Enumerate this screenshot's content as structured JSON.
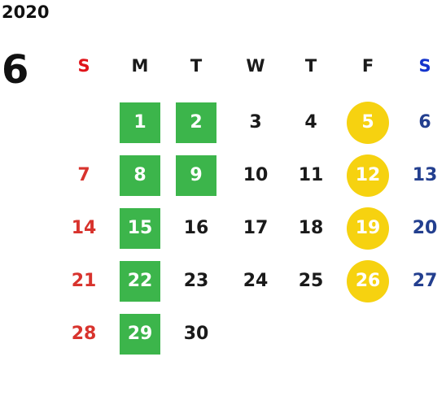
{
  "year": "2020",
  "month": "6",
  "colors": {
    "weekday": "#1a1a1a",
    "sunday": "#d8332d",
    "saturday": "#233f8f",
    "saturday_header": "#1434cc",
    "sunday_header": "#e0141a",
    "green_highlight": "#3cb54b",
    "yellow_highlight": "#f6d210",
    "highlight_text": "#ffffff"
  },
  "weekday_headers": [
    "S",
    "M",
    "T",
    "W",
    "T",
    "F",
    "S"
  ],
  "weeks": [
    [
      "",
      "1",
      "2",
      "3",
      "4",
      "5",
      "6"
    ],
    [
      "7",
      "8",
      "9",
      "10",
      "11",
      "12",
      "13"
    ],
    [
      "14",
      "15",
      "16",
      "17",
      "18",
      "19",
      "20"
    ],
    [
      "21",
      "22",
      "23",
      "24",
      "25",
      "26",
      "27"
    ],
    [
      "28",
      "29",
      "30",
      "",
      "",
      "",
      ""
    ]
  ],
  "green_days": [
    "1",
    "2",
    "8",
    "9",
    "15",
    "22",
    "29"
  ],
  "yellow_days": [
    "5",
    "12",
    "19",
    "26"
  ]
}
